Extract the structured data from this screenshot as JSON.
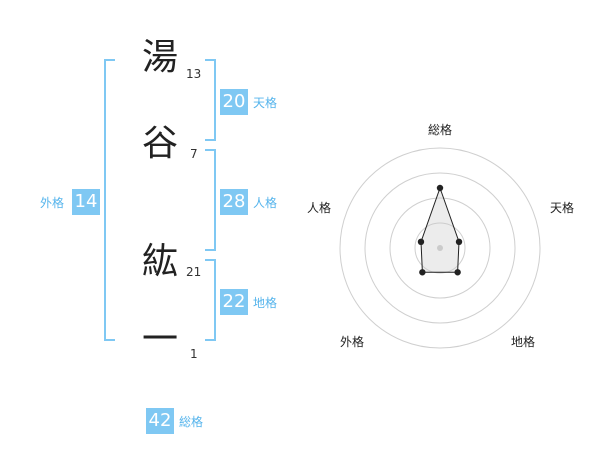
{
  "name_chars": [
    {
      "char": "湯",
      "strokes": "13"
    },
    {
      "char": "谷",
      "strokes": "7"
    },
    {
      "char": "紘",
      "strokes": "21"
    },
    {
      "char": "一",
      "strokes": "1"
    }
  ],
  "fortunes": {
    "tenkaku": {
      "value": "20",
      "label": "天格"
    },
    "jinkaku": {
      "value": "28",
      "label": "人格"
    },
    "chikaku": {
      "value": "22",
      "label": "地格"
    },
    "gaikaku": {
      "value": "14",
      "label": "外格"
    },
    "soukaku": {
      "value": "42",
      "label": "総格"
    }
  },
  "radar": {
    "axes": [
      "総格",
      "天格",
      "地格",
      "外格",
      "人格"
    ],
    "levels": 4
  },
  "colors": {
    "accent": "#7fc8f3",
    "bracket": "#7fc8f3",
    "label": "#55b4ec"
  },
  "chart_data": {
    "type": "radar",
    "categories": [
      "総格",
      "天格",
      "地格",
      "外格",
      "人格"
    ],
    "values": [
      3,
      1,
      1.5,
      1.5,
      1
    ],
    "rlim": [
      0,
      5
    ]
  }
}
